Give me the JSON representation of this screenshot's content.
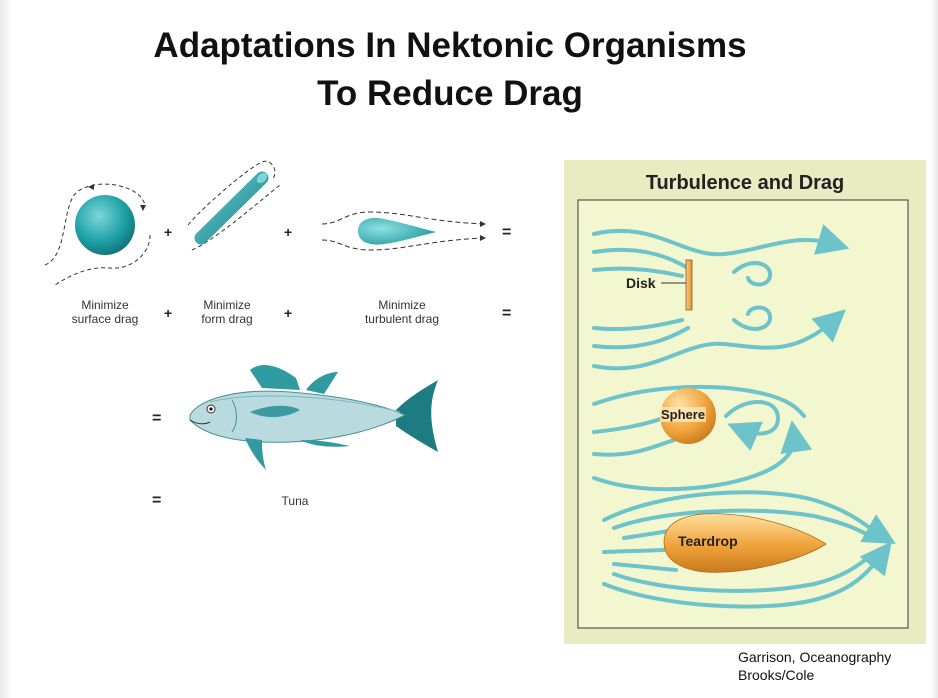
{
  "title": {
    "line1": "Adaptations In Nektonic Organisms",
    "line2": "To Reduce Drag"
  },
  "left_diagram": {
    "labels": {
      "surface": [
        "Minimize",
        "surface drag"
      ],
      "form": [
        "Minimize",
        "form drag"
      ],
      "turbulent": [
        "Minimize",
        "turbulent drag"
      ],
      "tuna": "Tuna"
    },
    "operators": {
      "plus": "+",
      "equals": "="
    }
  },
  "panel": {
    "title": "Turbulence and Drag",
    "labels": {
      "disk": "Disk",
      "sphere": "Sphere",
      "teardrop": "Teardrop"
    }
  },
  "credit": {
    "line1": "Garrison, Oceanography",
    "line2": "Brooks/Cole"
  },
  "colors": {
    "teal": "#1fa3a8",
    "teal_dark": "#0f6f74",
    "panel_bg": "#f3f7cf",
    "panel_outer": "#e8ecc0",
    "flow": "#6cc3c9",
    "orange": "#f0a23a",
    "fish": "#b9dbe0"
  }
}
